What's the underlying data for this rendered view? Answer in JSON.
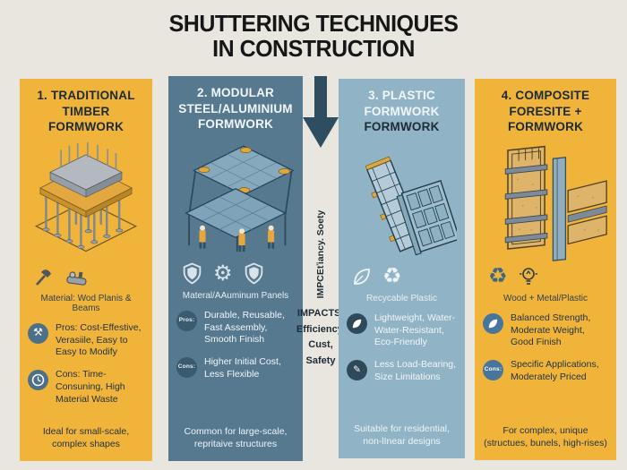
{
  "title": {
    "line1": "SHUTTERING TECHNIQUES",
    "line2": "IN CONSTRUCTION"
  },
  "center": {
    "arrow_icon": "down-arrow-icon",
    "vertical_text": "IMPCEťiancy. Soety",
    "impacts": [
      "IMPACTS:",
      "Efficiency,",
      "Cust,",
      "Safety"
    ]
  },
  "colors": {
    "page_bg": "#e9e6e0",
    "yellow_panel": "#f0b43a",
    "dark_slate_panel": "#567990",
    "light_blue_panel": "#90b4c6",
    "arrow": "#2e4d61",
    "dark_text": "#1d2b36"
  },
  "columns": [
    {
      "title": [
        "1. TRADITIONAL",
        "TIMBER",
        "FORMWORK"
      ],
      "icons": [
        "hammer-icon",
        "hand-plane-icon"
      ],
      "material": "Material: Wod Planis & Beams",
      "pros_icon": "crossed-tools-icon",
      "pros": "Pros: Cost-Effestive, Verasiile, Easy to Easy to Modify",
      "cons_icon": "clock-icon",
      "cons": "Cons: Time-Consuning, High Material Waste",
      "footer": "Ideal for small-scale, complex shapes"
    },
    {
      "title": [
        "2.  MODULAR",
        "STEEL/ALUMINIUM",
        "FORMWORK"
      ],
      "icons": [
        "shield-icon",
        "gear-icon",
        "shield-icon"
      ],
      "material": "Materal/AAuminum Panels",
      "pros_label": "Pros:",
      "pros": "Durable, Reusable, Fast Assembly, Smooth Finish",
      "cons_label": "Cons:",
      "cons": "Higher Initial Cost, Less Flexible",
      "footer": "Common for large-scale, repritaive structures"
    },
    {
      "title": [
        "3.  PLASTIC",
        "FORMWORK",
        "FORMWORK"
      ],
      "icons": [
        "leaf-icon",
        "recycle-icon"
      ],
      "material": "Recycable Plastic",
      "pros_icon": "leaf-icon",
      "pros": "Lightweight, Water- Water-Resistant, Eco-Friendly",
      "cons_icon": "pencil-icon",
      "cons": "Less Load-Bearing, Size Limitations",
      "footer": "Suitable for residential, non-lInear designs"
    },
    {
      "title": [
        "4. COMPOSITE",
        "FORESITE +",
        "FORMWORK"
      ],
      "icons": [
        "recycle-icon",
        "lightbulb-icon"
      ],
      "material": "Wood + Metal/Plastic",
      "pros_icon": "leaf-icon",
      "pros": "Balanced Strength, Moderate Weight, Good Finish",
      "cons_label": "Cons:",
      "cons": "Specific Applications, Moderately Priced",
      "footer": "For complex, unique (structues, bunels, high-rises)"
    }
  ]
}
